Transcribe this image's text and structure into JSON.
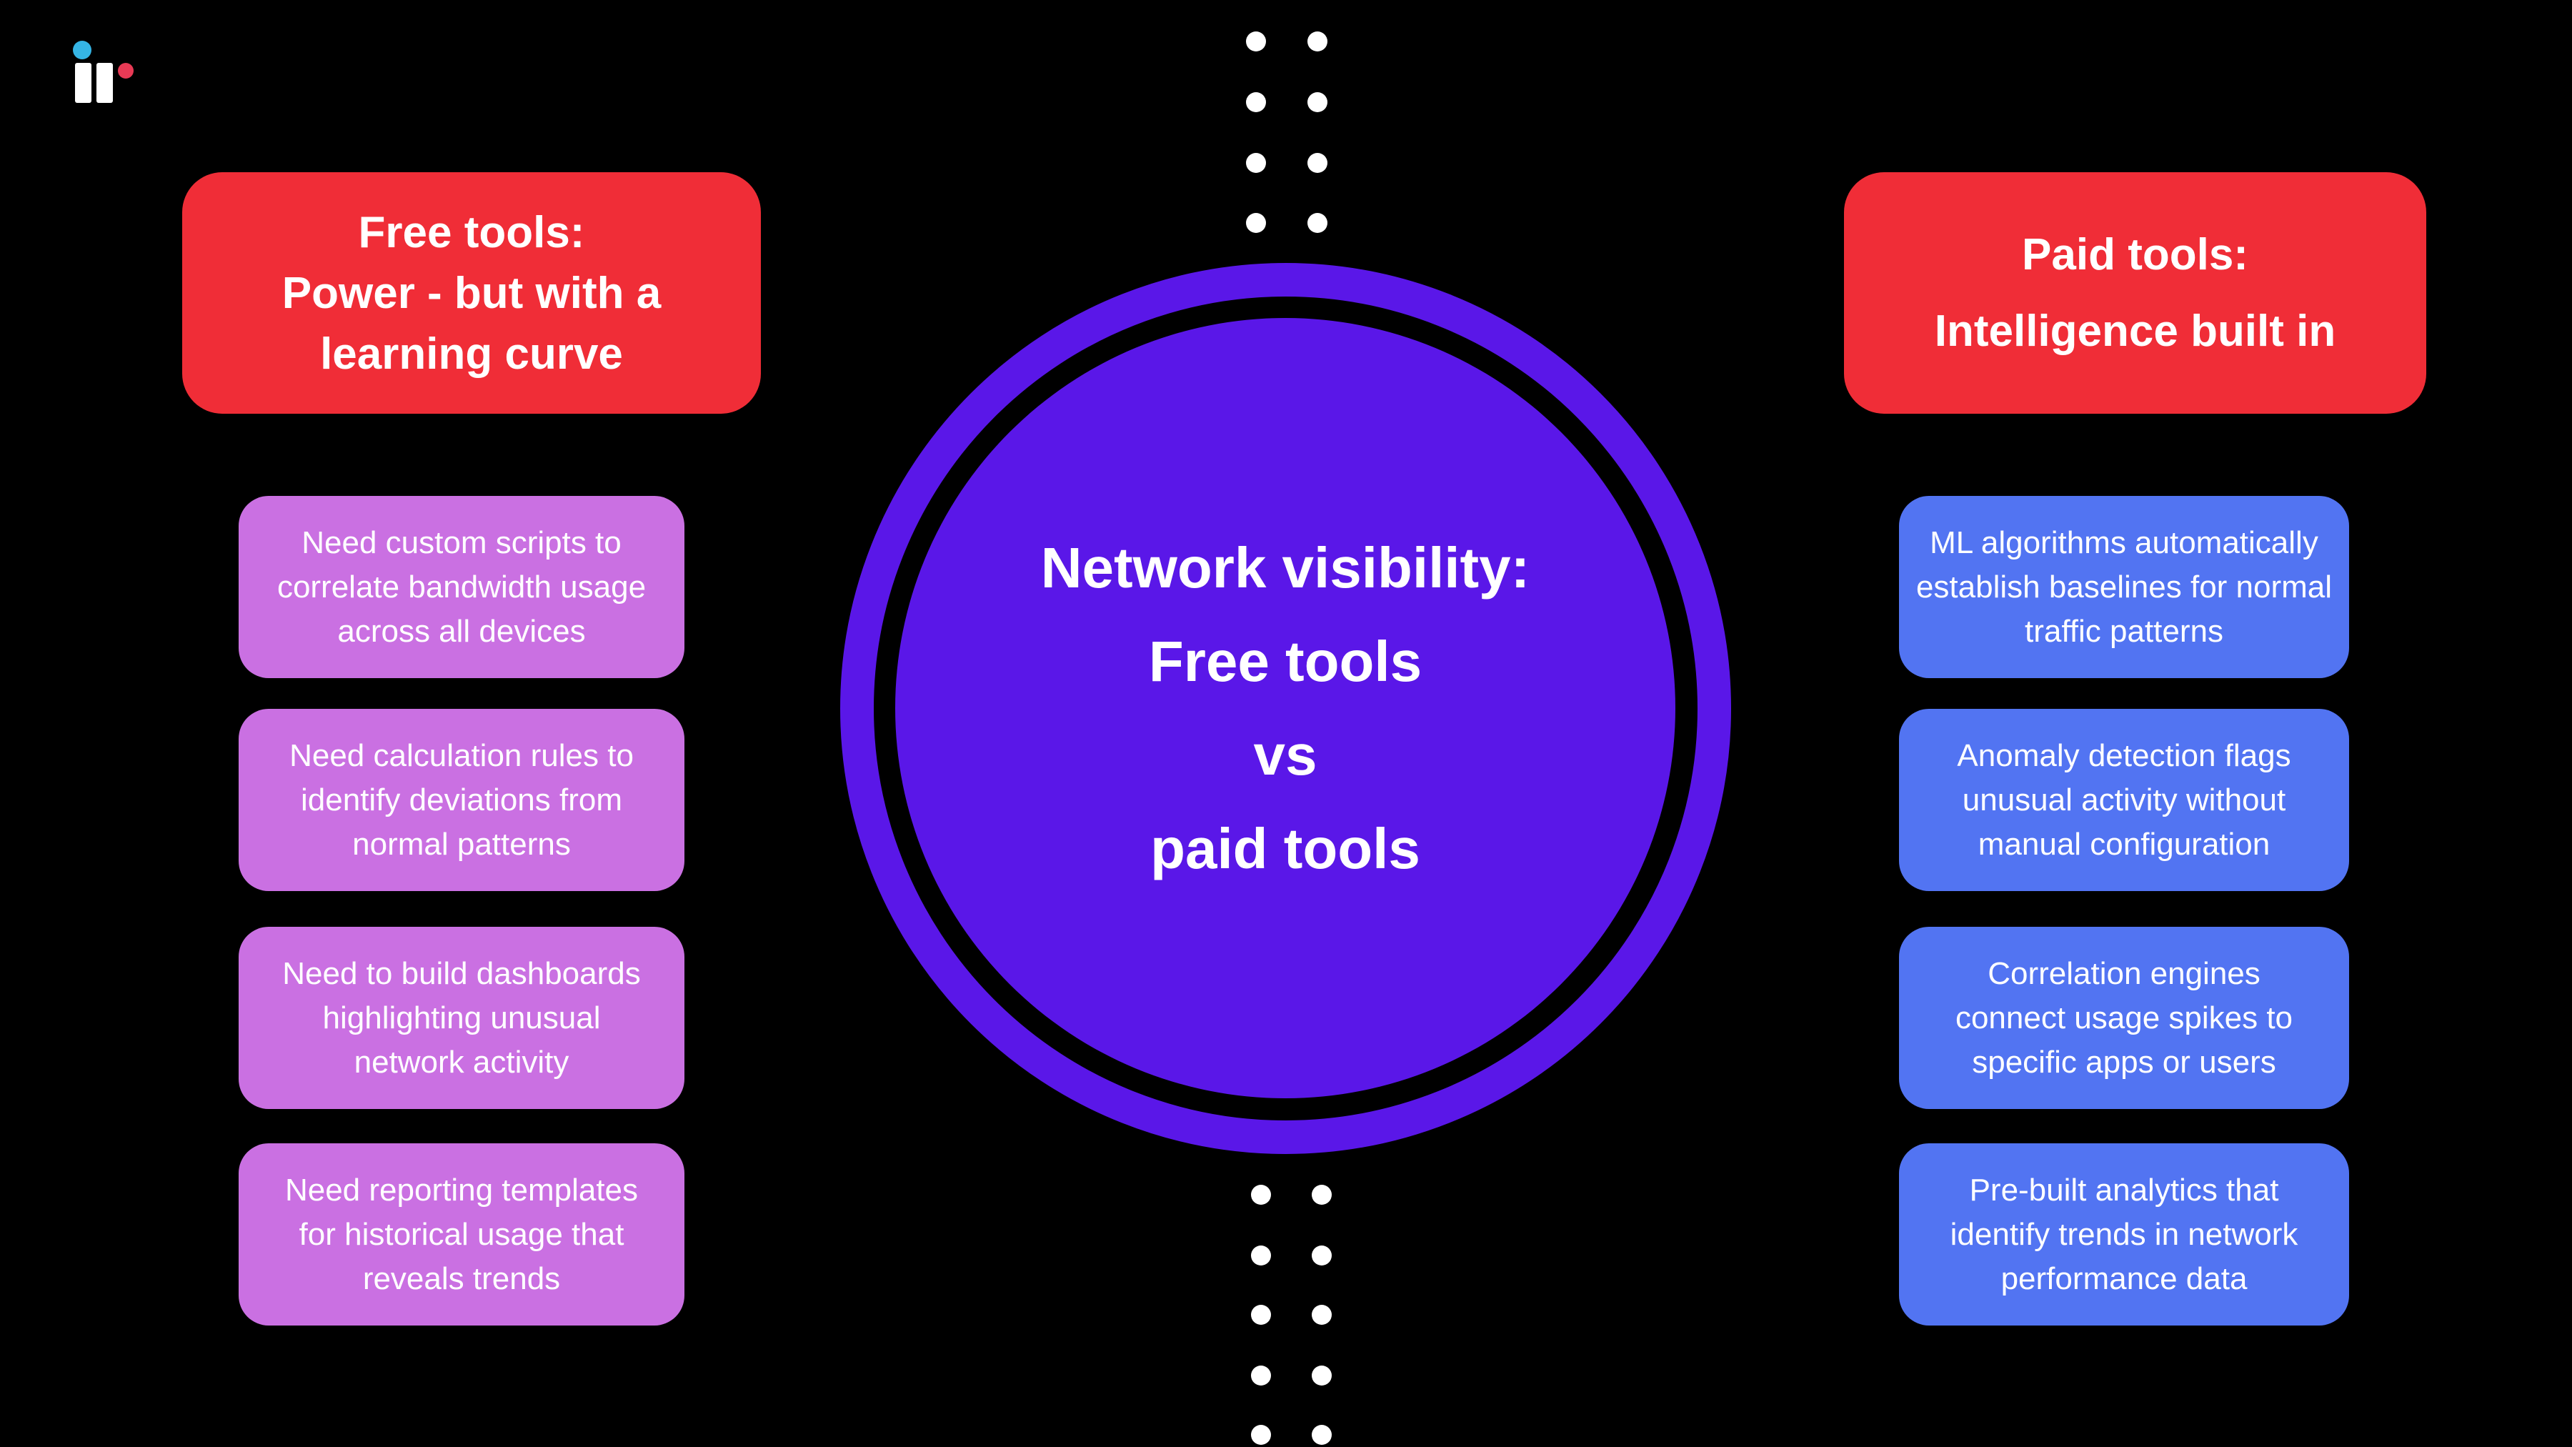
{
  "page": {
    "background": "#000000"
  },
  "logo": {
    "name": "ir-logo",
    "blue_dot_color": "#35b5e5",
    "red_dot_color": "#e83a55",
    "bar_color": "#ffffff"
  },
  "divider_dots_color": "#ffffff",
  "center_circle": {
    "fill_color": "#5a17e8",
    "ring_color": "#5a17e8",
    "title": "Network visibility:\nFree tools\nvs\npaid tools"
  },
  "left_column": {
    "header": {
      "bg_color": "#f02d37",
      "text": "Free tools:\nPower - but with a\nlearning curve"
    },
    "card_bg_color": "#ca70e2",
    "cards": [
      {
        "text": "Need custom scripts to\ncorrelate bandwidth usage\nacross all devices"
      },
      {
        "text": "Need calculation rules to\nidentify deviations from\nnormal patterns"
      },
      {
        "text": "Need to build dashboards\nhighlighting unusual\nnetwork activity"
      },
      {
        "text": "Need reporting templates\nfor historical usage that\nreveals trends"
      }
    ]
  },
  "right_column": {
    "header": {
      "bg_color": "#f02d37",
      "line1": "Paid tools:",
      "line2": "Intelligence built in"
    },
    "card_bg_color": "#5274f2",
    "cards": [
      {
        "text": "ML algorithms automatically\nestablish baselines for normal\ntraffic patterns"
      },
      {
        "text": "Anomaly detection flags\nunusual activity without\nmanual  configuration"
      },
      {
        "text": "Correlation engines\nconnect usage spikes to\nspecific apps or users"
      },
      {
        "text": "Pre-built analytics that\nidentify trends in network\nperformance data"
      }
    ]
  }
}
